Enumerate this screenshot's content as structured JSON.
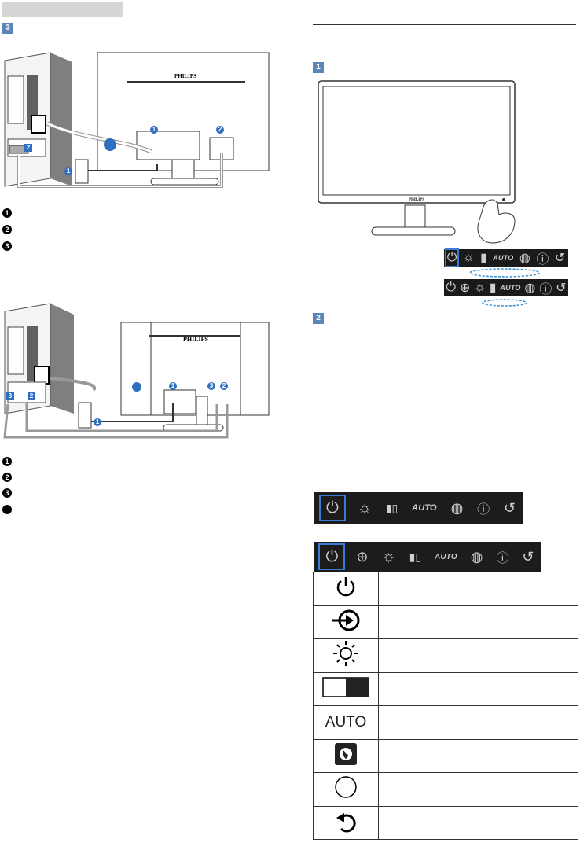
{
  "steps": {
    "step3": "3",
    "step1": "1",
    "step2": "2"
  },
  "callouts": {
    "one": "1",
    "two": "2",
    "three": "3"
  },
  "brand": "PHILIPS",
  "osd": {
    "auto_label": "AUTO"
  },
  "key_table": {
    "auto_label": "AUTO",
    "rows": [
      {
        "icon": "power-icon"
      },
      {
        "icon": "input-icon"
      },
      {
        "icon": "brightness-icon"
      },
      {
        "icon": "smartimage-icon"
      },
      {
        "icon": "auto-icon"
      },
      {
        "icon": "language-icon"
      },
      {
        "icon": "info-icon"
      },
      {
        "icon": "back-icon"
      }
    ]
  },
  "colors": {
    "accent": "#5b87b7",
    "osd_bg": "#1a1a1a",
    "arrow": "#2f8ed6"
  }
}
